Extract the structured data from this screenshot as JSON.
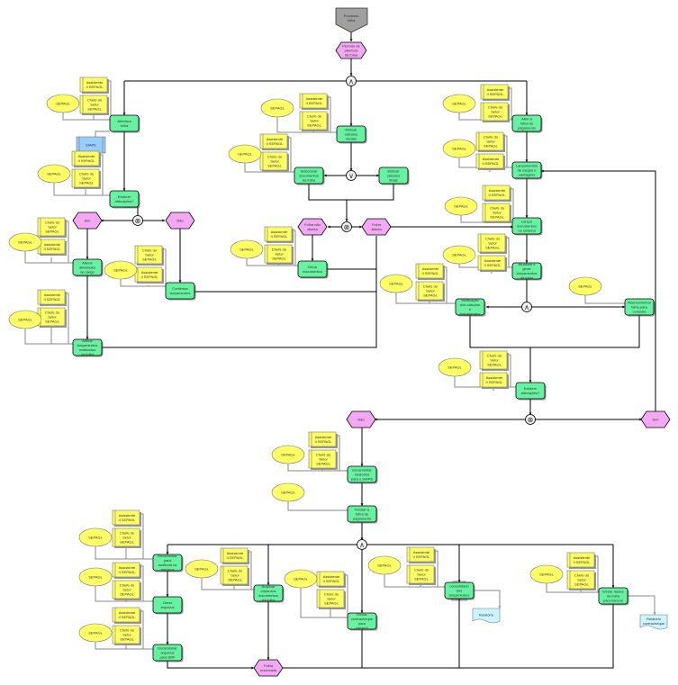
{
  "diagram": {
    "title": "Processo folha",
    "colors": {
      "function": "#66f2a0",
      "event": "#f4a8f4",
      "start": "#a0a0a0",
      "org": "#ffff66",
      "doc": "#ffff66",
      "role": "#ffff66",
      "system": "#99ccff",
      "report": "#ccf6ff",
      "line": "#000000",
      "assoc": "#888888"
    },
    "start": {
      "id": "s0",
      "label": "Processo folha"
    },
    "events": [
      {
        "id": "e1",
        "label": "Período de abertura da folha"
      },
      {
        "id": "e2",
        "label": "Sim"
      },
      {
        "id": "e3",
        "label": "Não"
      },
      {
        "id": "e4",
        "label": "Folha não aberta"
      },
      {
        "id": "e5",
        "label": "Folha aberta"
      },
      {
        "id": "e6",
        "label": "Não"
      },
      {
        "id": "e7",
        "label": "Sim"
      },
      {
        "id": "e8",
        "label": "Folha encerrada"
      }
    ],
    "functions": [
      {
        "id": "f1",
        "label": "Abertura folha"
      },
      {
        "id": "f2",
        "label": "Existem alterações?"
      },
      {
        "id": "f3",
        "label": "Efetuar cálculos iniciais"
      },
      {
        "id": "f4",
        "label": "Selecionar documentos da folha"
      },
      {
        "id": "f5",
        "label": "Efetuar cálculos finais"
      },
      {
        "id": "f6",
        "label": "Abrir a folha de pagamento"
      },
      {
        "id": "f7",
        "label": "Lançamentos de cargos e vantagens"
      },
      {
        "id": "f8",
        "label": "Lançar documentos no sistema"
      },
      {
        "id": "f9",
        "label": "Atualizar e gerar lançamentos da folha"
      },
      {
        "id": "f10",
        "label": "Alterar atividades do cargo"
      },
      {
        "id": "f11",
        "label": "Confirmar lançamentos"
      },
      {
        "id": "f12",
        "label": "Gerar documentos"
      },
      {
        "id": "f13",
        "label": "Verificação dos cálculos e lançamentos"
      },
      {
        "id": "f14",
        "label": "Reencaminhar folha para consulta"
      },
      {
        "id": "f15",
        "label": "Alterar lançamentos realizados na folha"
      },
      {
        "id": "f16",
        "label": "Existem alterações?"
      },
      {
        "id": "f17",
        "label": "Encaminhar relatórios para o SIAPE"
      },
      {
        "id": "f18",
        "label": "Fechar a folha de pagamento"
      },
      {
        "id": "f19",
        "label": "Encaminhar para auditoria os arquivos"
      },
      {
        "id": "f20",
        "label": "Gerar arquivos"
      },
      {
        "id": "f21",
        "label": "Encaminhar arquivos para SRF"
      },
      {
        "id": "f22",
        "label": "Arquivar cópia dos documentos da folha"
      },
      {
        "id": "f23",
        "label": "Enviar contracheque para internet"
      },
      {
        "id": "f24",
        "label": "Informar consolidado dos lançamentos realizados"
      },
      {
        "id": "f25",
        "label": "Enviar dados da folha para bancos"
      }
    ],
    "roles": {
      "label": "SEPAGL"
    },
    "orgs": {
      "label": "Assistente II SEPAGL"
    },
    "units": {
      "label": "Chefe do Setor SEPAGL"
    },
    "system": {
      "id": "sys1",
      "label": "SIAPE"
    },
    "reports": [
      {
        "id": "r1",
        "label": "Relatório"
      },
      {
        "id": "r2",
        "label": "Relatório contracheque"
      }
    ],
    "connectors": [
      {
        "id": "c1",
        "symbol": "∧"
      },
      {
        "id": "c2",
        "symbol": "∨"
      },
      {
        "id": "c3",
        "symbol": "⊗"
      },
      {
        "id": "c4",
        "symbol": "⊗"
      },
      {
        "id": "c5",
        "symbol": "∧"
      },
      {
        "id": "c6",
        "symbol": "⊗"
      },
      {
        "id": "c7",
        "symbol": "∧"
      }
    ]
  }
}
